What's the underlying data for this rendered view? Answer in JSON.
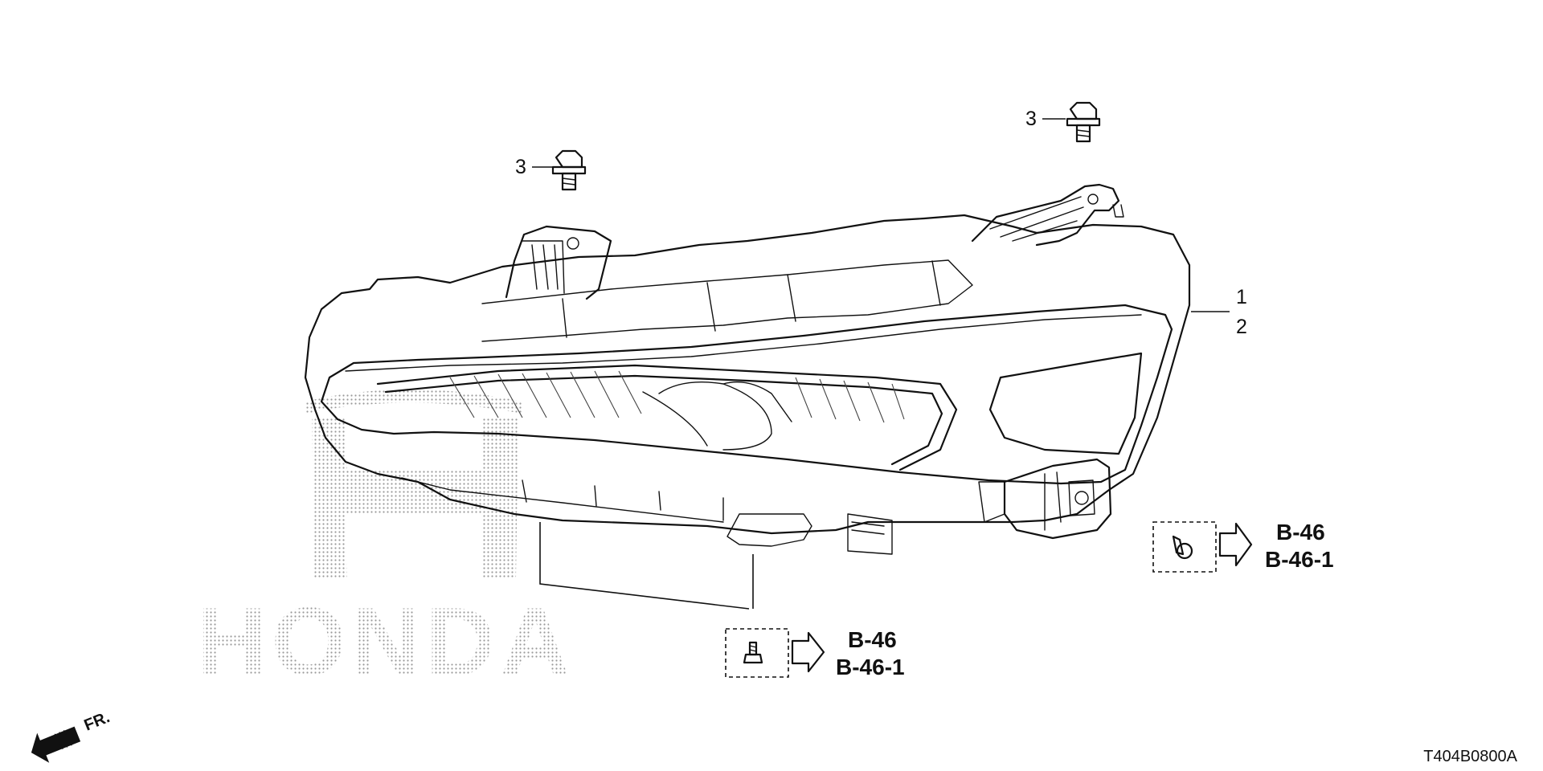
{
  "callouts": {
    "part_1": "1",
    "part_2": "2",
    "part_3_left": "3",
    "part_3_right": "3"
  },
  "references": {
    "bottom": {
      "line1": "B-46",
      "line2": "B-46-1"
    },
    "right": {
      "line1": "B-46",
      "line2": "B-46-1"
    }
  },
  "direction_label": "FR.",
  "diagram_code": "T404B0800A",
  "watermark": "HONDA"
}
